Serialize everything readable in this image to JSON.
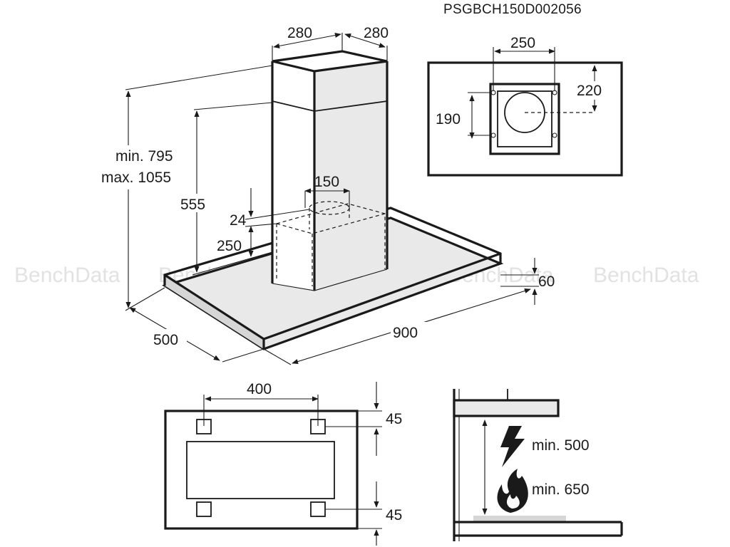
{
  "product_code": "PSGBCH150D002056",
  "watermark": "BenchData",
  "main_view": {
    "chimney_width_a": "280",
    "chimney_width_b": "280",
    "height_range_min": "min. 795",
    "height_range_max": "max. 1055",
    "chimney_lower_height": "555",
    "outlet_diameter": "150",
    "outlet_offset": "24",
    "motor_box_height": "250",
    "canopy_thickness": "60",
    "canopy_depth": "500",
    "canopy_width": "900"
  },
  "top_view": {
    "bracket_width": "250",
    "bracket_offset": "220",
    "bracket_height": "190"
  },
  "bottom_view": {
    "hole_spacing": "400",
    "edge_offset_top": "45",
    "edge_offset_bottom": "45"
  },
  "side_view": {
    "min_electric": "min. 500",
    "min_gas": "min. 650",
    "icons": [
      "lightning-icon",
      "flame-icon"
    ]
  }
}
